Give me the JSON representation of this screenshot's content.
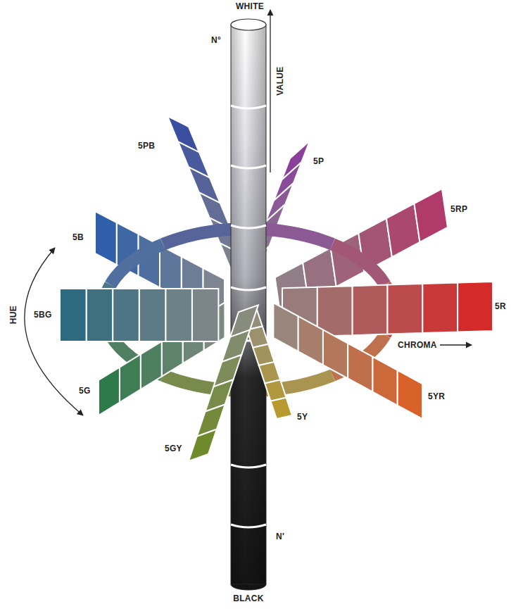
{
  "diagram": {
    "labels": [
      "WHITE",
      "N°",
      "VALUE",
      "5PB",
      "5P",
      "5RP",
      "5R",
      "5B",
      "HUE",
      "5BG",
      "CHROMA",
      "5G",
      "5GY",
      "5Y",
      "5YR",
      "N'",
      "BLACK"
    ]
  }
}
